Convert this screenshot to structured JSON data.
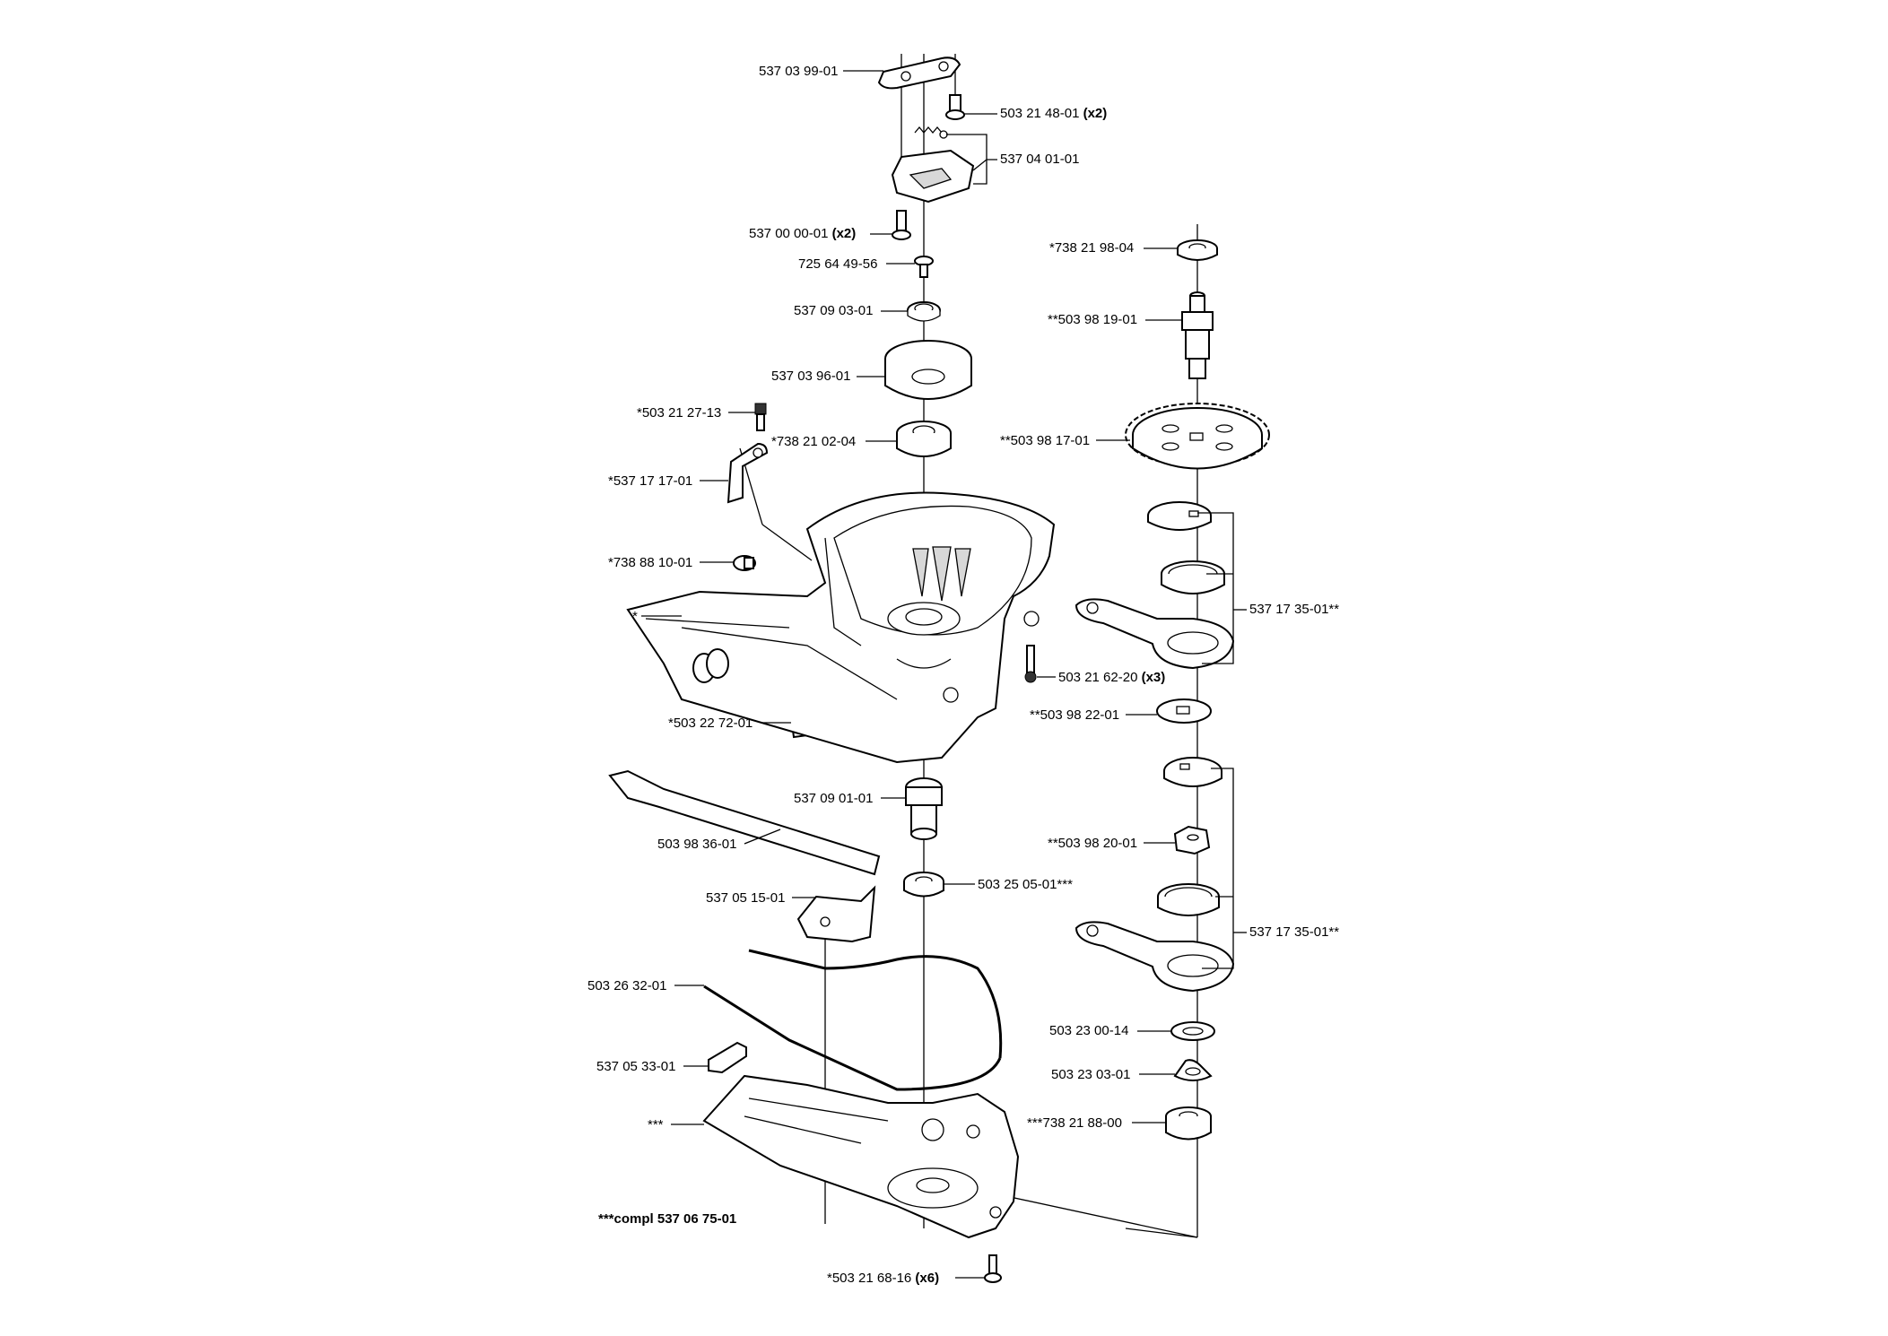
{
  "labels": {
    "l1": {
      "text": "537 03 99-01",
      "qty": ""
    },
    "l2": {
      "text": "503 21 48-01",
      "qty": "(x2)"
    },
    "l3": {
      "text": "537 04 01-01",
      "qty": ""
    },
    "l4": {
      "text": "537 00 00-01",
      "qty": "(x2)"
    },
    "l5": {
      "text": "725 64 49-56",
      "qty": ""
    },
    "l6": {
      "text": "537 09 03-01",
      "qty": ""
    },
    "l7": {
      "text": "537 03 96-01",
      "qty": ""
    },
    "l8": {
      "text": "*503 21 27-13",
      "qty": ""
    },
    "l9": {
      "text": "*738 21 02-04",
      "qty": ""
    },
    "l10": {
      "text": "*537 17 17-01",
      "qty": ""
    },
    "l11": {
      "text": "*738 88 10-01",
      "qty": ""
    },
    "l12": {
      "text": "*",
      "qty": ""
    },
    "l13": {
      "text": "*503 22 72-01",
      "qty": ""
    },
    "l14": {
      "text": "537 09 01-01",
      "qty": ""
    },
    "l15": {
      "text": "503 98 36-01",
      "qty": ""
    },
    "l16": {
      "text": "503 25 05-01***",
      "qty": ""
    },
    "l17": {
      "text": "537 05 15-01",
      "qty": ""
    },
    "l18": {
      "text": "503 26 32-01",
      "qty": ""
    },
    "l19": {
      "text": "537 05 33-01",
      "qty": ""
    },
    "l20": {
      "text": "***",
      "qty": ""
    },
    "l21": {
      "text": "***compl 537 06 75-01",
      "qty": ""
    },
    "l22": {
      "text": "*503 21 68-16",
      "qty": "(x6)"
    },
    "l23": {
      "text": "*738 21 98-04",
      "qty": ""
    },
    "l24": {
      "text": "**503 98 19-01",
      "qty": ""
    },
    "l25": {
      "text": "**503 98 17-01",
      "qty": ""
    },
    "l26": {
      "text": "537 17 35-01**",
      "qty": ""
    },
    "l27": {
      "text": "503 21 62-20",
      "qty": "(x3)"
    },
    "l28": {
      "text": "**503 98 22-01",
      "qty": ""
    },
    "l29": {
      "text": "**503 98 20-01",
      "qty": ""
    },
    "l30": {
      "text": "537 17 35-01**",
      "qty": ""
    },
    "l31": {
      "text": "503 23 00-14",
      "qty": ""
    },
    "l32": {
      "text": "503 23 03-01",
      "qty": ""
    },
    "l33": {
      "text": "***738 21 88-00",
      "qty": ""
    }
  }
}
